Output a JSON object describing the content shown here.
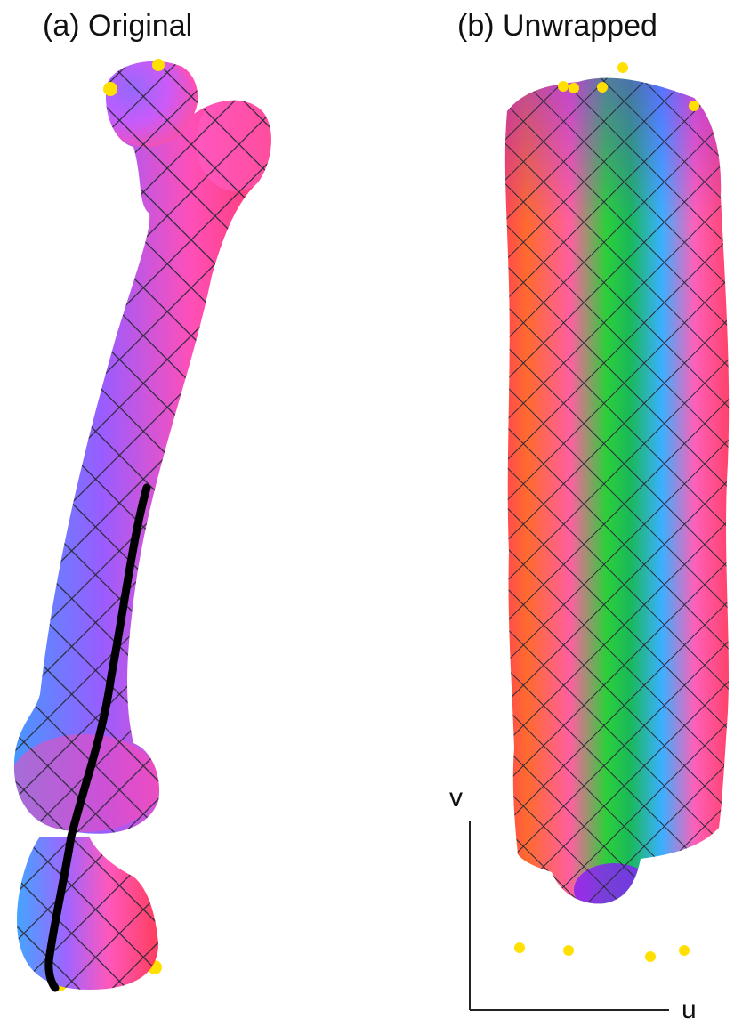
{
  "panels": {
    "a": {
      "title": "(a)  Original"
    },
    "b": {
      "title": "(b)  Unwrapped"
    }
  },
  "axes": {
    "v_label": "v",
    "u_label": "u"
  },
  "colors": {
    "landmark": "#ffe000",
    "seam": "#000000",
    "grid_lines": "#2a2a3a",
    "axis_lines": "#222222"
  },
  "icons": {
    "original": "femur-bone-mesh-with-crosshatch",
    "unwrapped": "flattened-uv-map-with-crosshatch"
  }
}
